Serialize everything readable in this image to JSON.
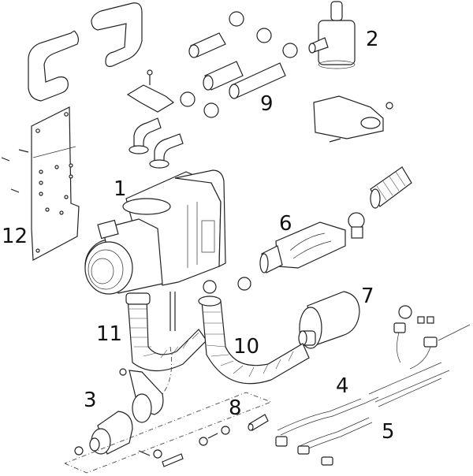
{
  "diagram": {
    "type": "exploded-parts-view",
    "background": "#ffffff",
    "line_color": "#222222",
    "callouts": [
      {
        "id": "1",
        "text": "1",
        "part": "heater-unit"
      },
      {
        "id": "2",
        "text": "2",
        "part": "circulation-pump"
      },
      {
        "id": "3",
        "text": "3",
        "part": "fuel-dosing-pump"
      },
      {
        "id": "4",
        "text": "4",
        "part": "wiring-harness-a"
      },
      {
        "id": "5",
        "text": "5",
        "part": "wiring-harness-b"
      },
      {
        "id": "6",
        "text": "6",
        "part": "exhaust-silencer"
      },
      {
        "id": "7",
        "text": "7",
        "part": "intake-silencer"
      },
      {
        "id": "8",
        "text": "8",
        "part": "fuel-line-kit"
      },
      {
        "id": "9",
        "text": "9",
        "part": "coolant-hose-kit"
      },
      {
        "id": "10",
        "text": "10",
        "part": "exhaust-flex-hose"
      },
      {
        "id": "11",
        "text": "11",
        "part": "combustion-air-hose"
      },
      {
        "id": "12",
        "text": "12",
        "part": "mounting-bracket"
      }
    ]
  }
}
